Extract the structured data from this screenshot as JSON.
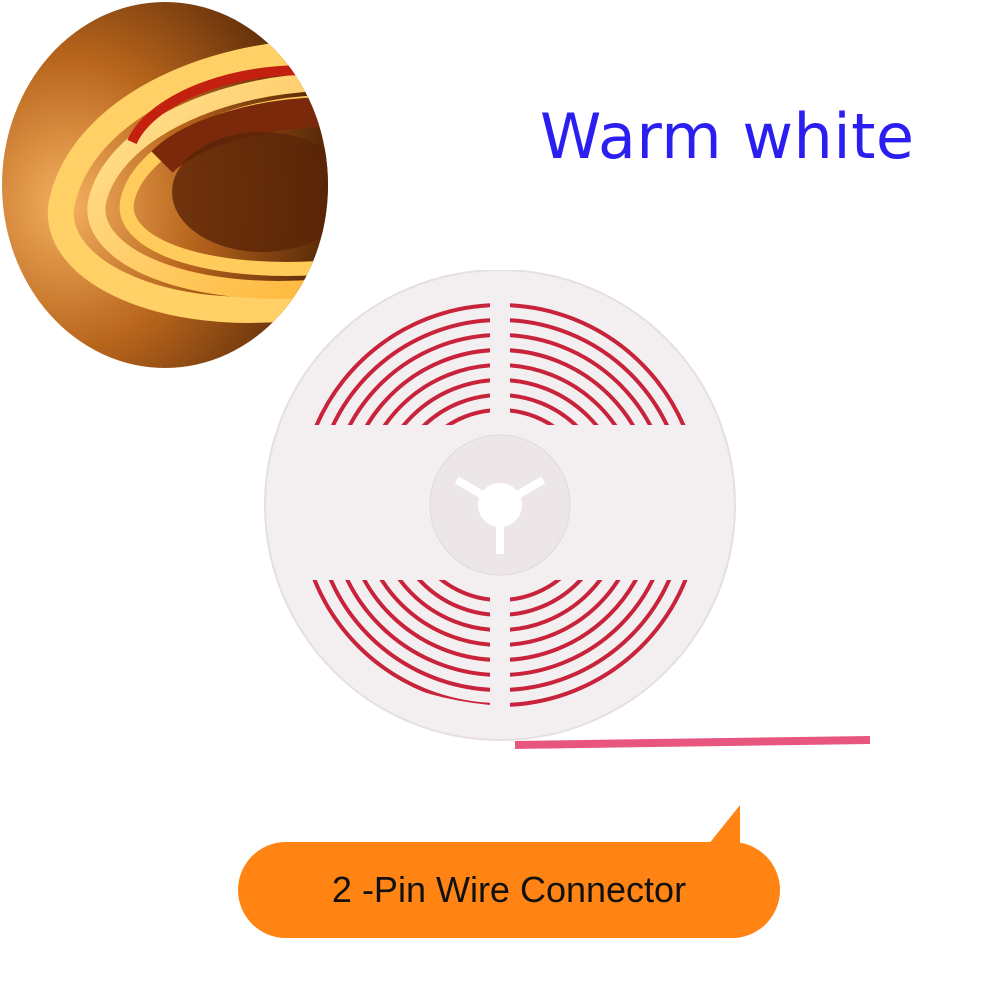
{
  "title": {
    "text": "Warm white",
    "color": "#2b1ef0"
  },
  "inset": {
    "description": "glowing warm white COB LED strip close-up",
    "glow_color": "#ffc24a",
    "shadow_color": "#5a2a08"
  },
  "product": {
    "description": "LED strip reel",
    "reel_color": "#f3eef0",
    "strip_color": "#c8233a",
    "wire_color": "#e8557f"
  },
  "callout": {
    "label": "2 -Pin Wire Connector",
    "bg_color": "#ff8413"
  }
}
